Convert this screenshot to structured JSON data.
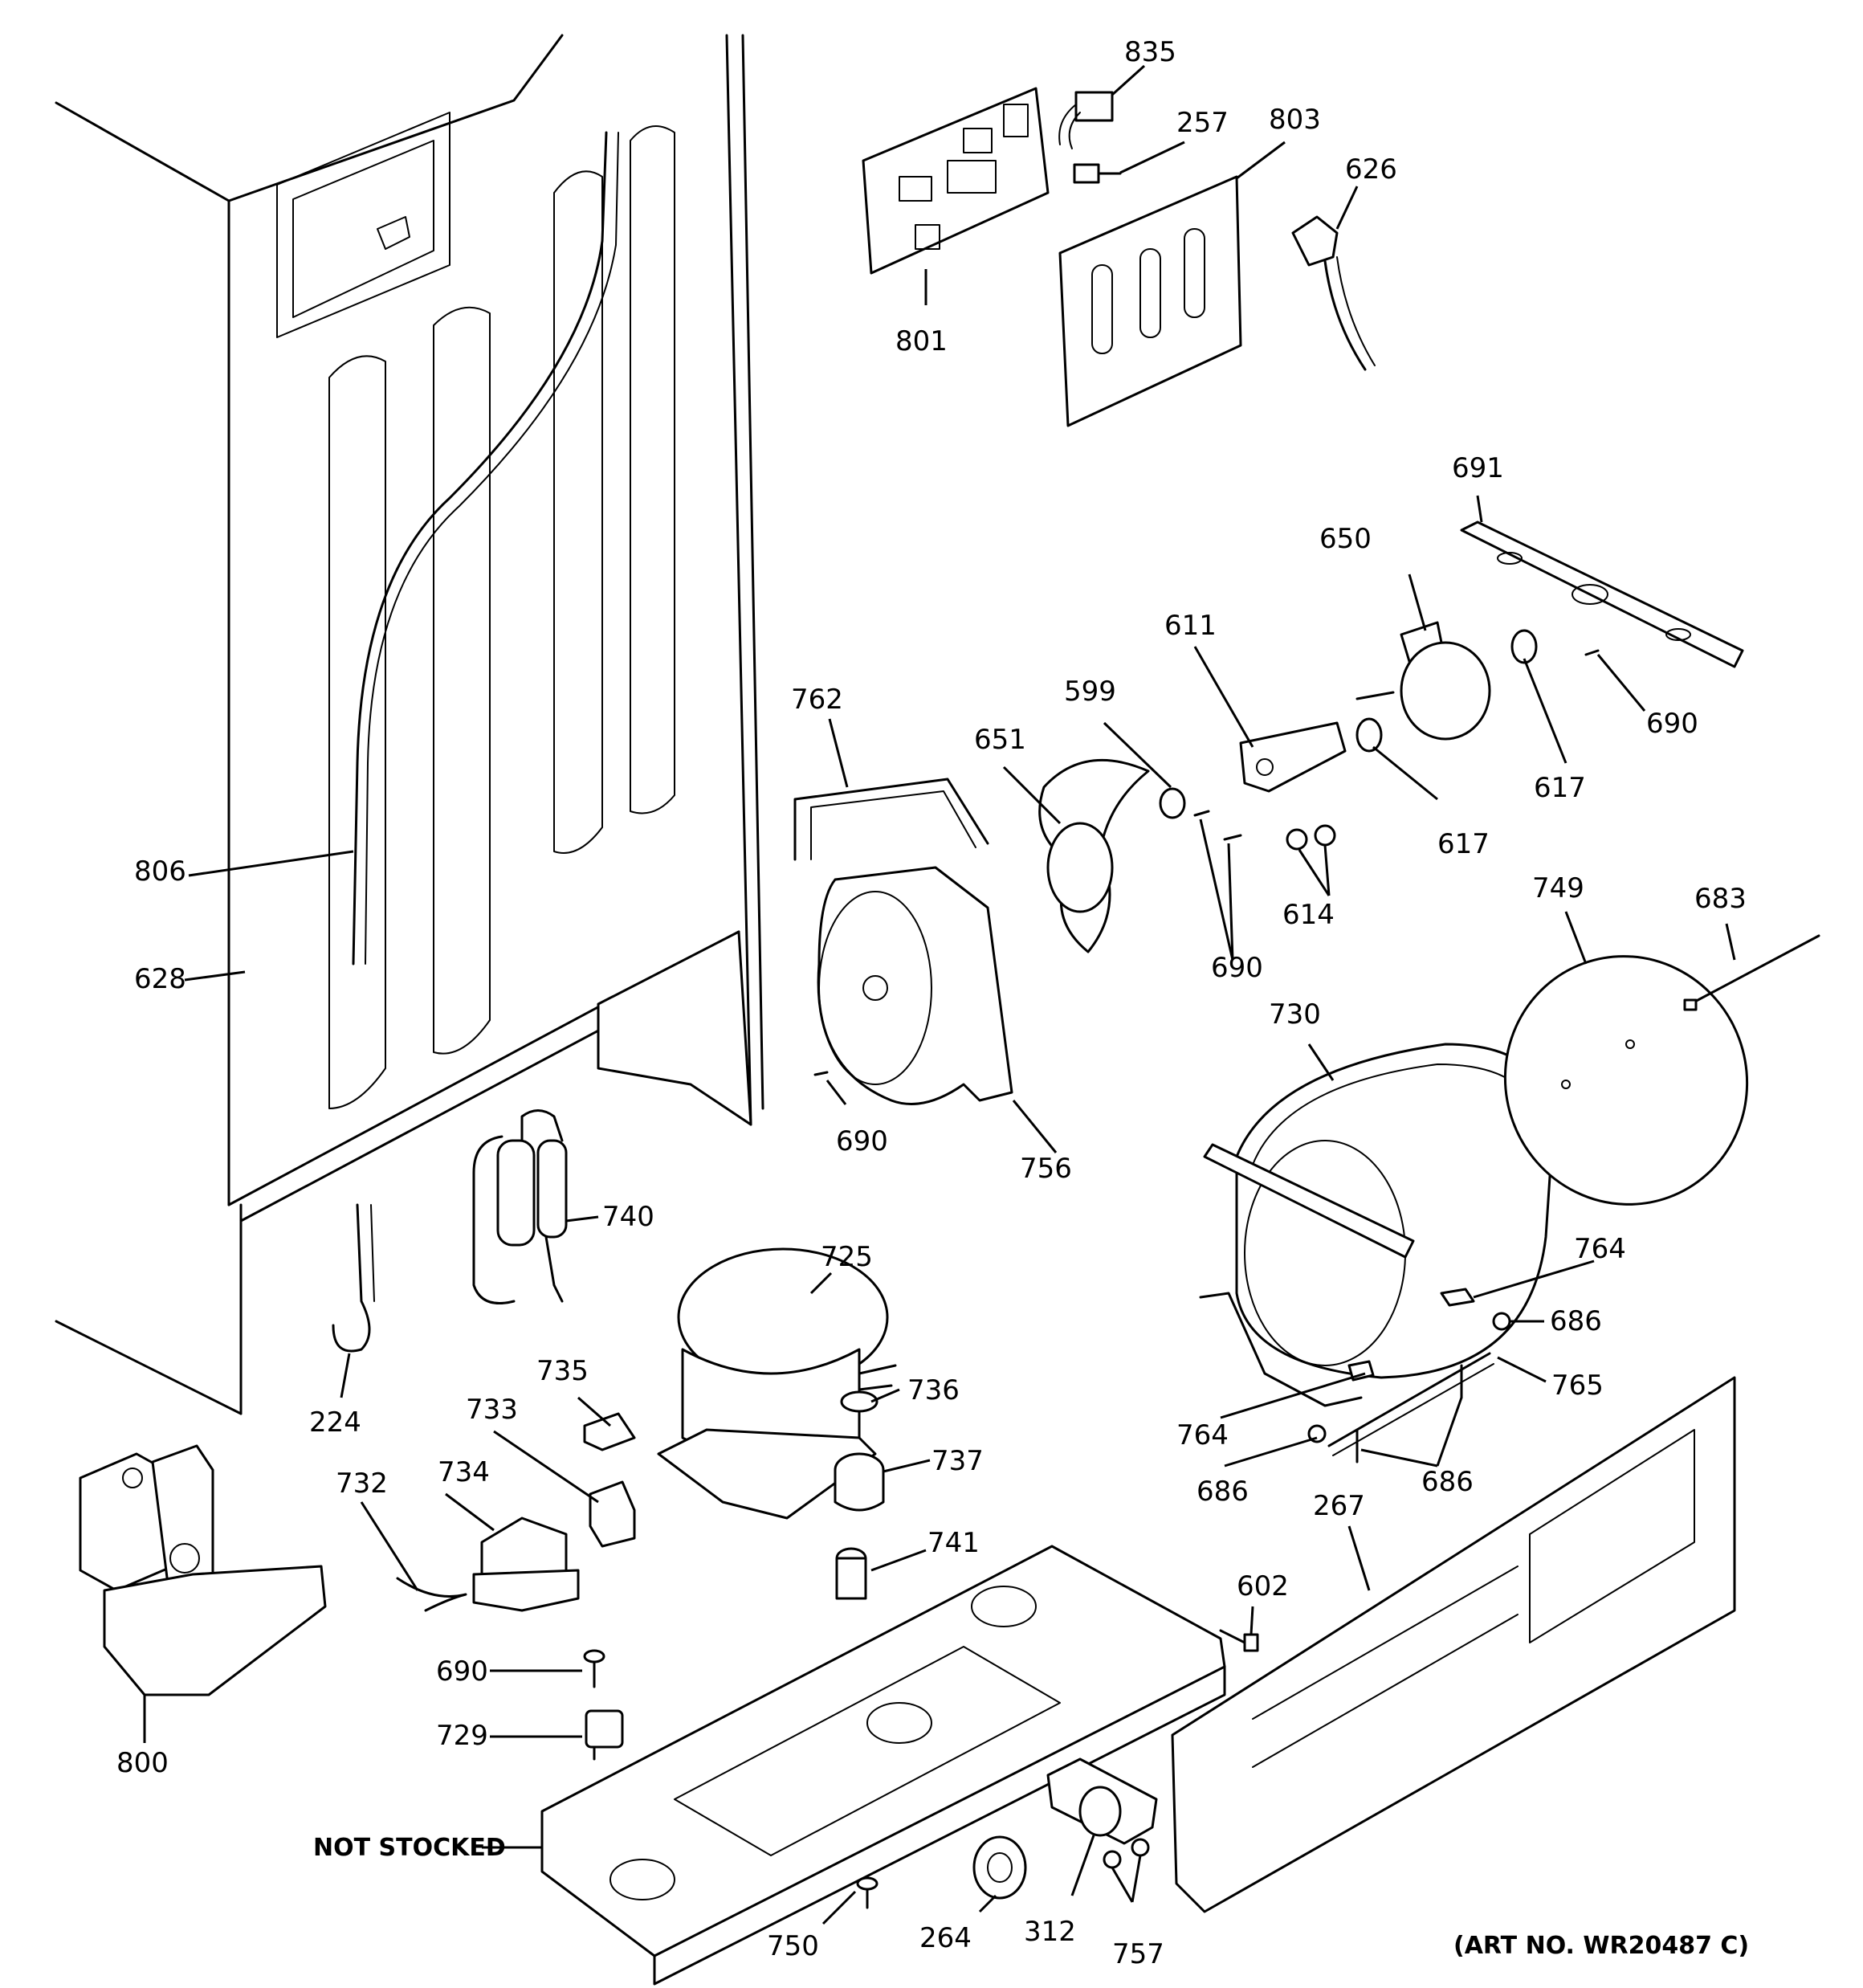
{
  "parts": [
    {
      "id": "p835",
      "label": "835"
    },
    {
      "id": "p257",
      "label": "257"
    },
    {
      "id": "p803",
      "label": "803"
    },
    {
      "id": "p626",
      "label": "626"
    },
    {
      "id": "p801",
      "label": "801"
    },
    {
      "id": "p691",
      "label": "691"
    },
    {
      "id": "p650",
      "label": "650"
    },
    {
      "id": "p611",
      "label": "611"
    },
    {
      "id": "p690a",
      "label": "690"
    },
    {
      "id": "p617a",
      "label": "617"
    },
    {
      "id": "p617b",
      "label": "617"
    },
    {
      "id": "p762",
      "label": "762"
    },
    {
      "id": "p599",
      "label": "599"
    },
    {
      "id": "p651",
      "label": "651"
    },
    {
      "id": "p614",
      "label": "614"
    },
    {
      "id": "p690b",
      "label": "690"
    },
    {
      "id": "p749",
      "label": "749"
    },
    {
      "id": "p683",
      "label": "683"
    },
    {
      "id": "p806",
      "label": "806"
    },
    {
      "id": "p628",
      "label": "628"
    },
    {
      "id": "p730",
      "label": "730"
    },
    {
      "id": "p690c",
      "label": "690"
    },
    {
      "id": "p756",
      "label": "756"
    },
    {
      "id": "p740",
      "label": "740"
    },
    {
      "id": "p725",
      "label": "725"
    },
    {
      "id": "p764a",
      "label": "764"
    },
    {
      "id": "p686a",
      "label": "686"
    },
    {
      "id": "p765",
      "label": "765"
    },
    {
      "id": "p224",
      "label": "224"
    },
    {
      "id": "p735",
      "label": "735"
    },
    {
      "id": "p736",
      "label": "736"
    },
    {
      "id": "p733",
      "label": "733"
    },
    {
      "id": "p764b",
      "label": "764"
    },
    {
      "id": "p737",
      "label": "737"
    },
    {
      "id": "p686b",
      "label": "686"
    },
    {
      "id": "p686c",
      "label": "686"
    },
    {
      "id": "p734",
      "label": "734"
    },
    {
      "id": "p732",
      "label": "732"
    },
    {
      "id": "p267",
      "label": "267"
    },
    {
      "id": "p741",
      "label": "741"
    },
    {
      "id": "p602",
      "label": "602"
    },
    {
      "id": "p690d",
      "label": "690"
    },
    {
      "id": "p729",
      "label": "729"
    },
    {
      "id": "p800",
      "label": "800"
    },
    {
      "id": "p264",
      "label": "264"
    },
    {
      "id": "p312",
      "label": "312"
    },
    {
      "id": "p757",
      "label": "757"
    },
    {
      "id": "p750",
      "label": "750"
    }
  ],
  "not_stocked": "NOT STOCKED",
  "art_no": "(ART NO. WR20487 C)"
}
